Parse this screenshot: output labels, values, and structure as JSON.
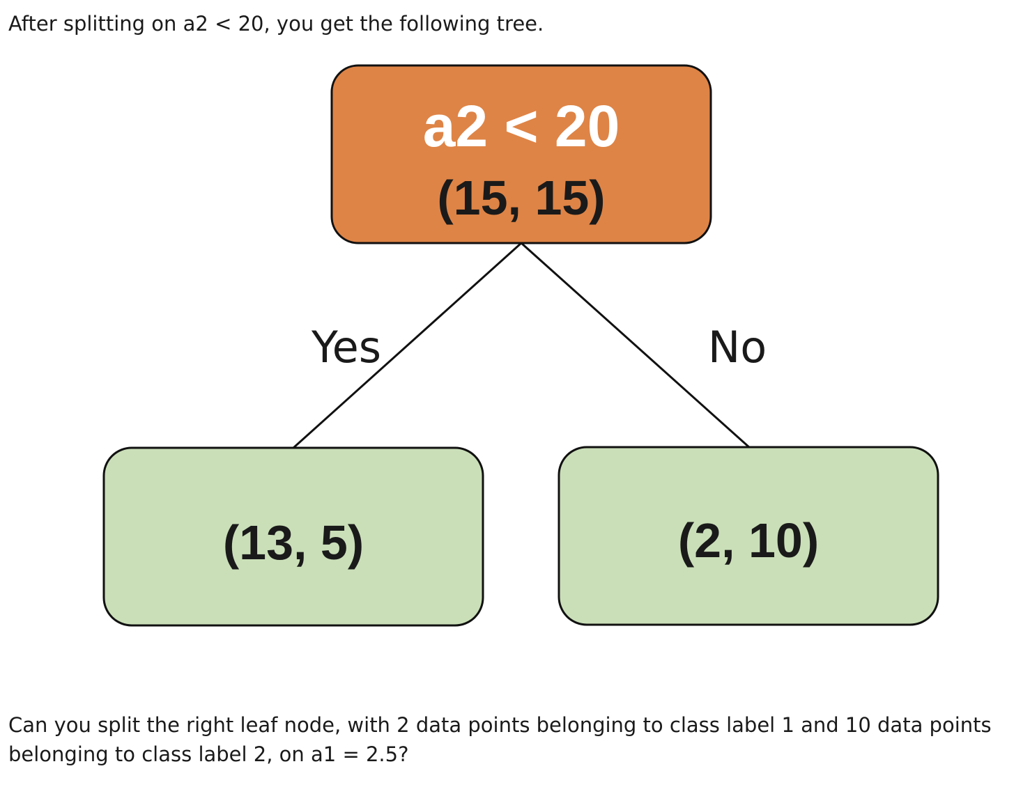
{
  "intro": "After splitting on a2 < 20, you get the following tree.",
  "tree": {
    "root": {
      "condition": "a2 < 20",
      "counts": "(15, 15)"
    },
    "left": {
      "edge_label": "Yes",
      "counts": "(13, 5)"
    },
    "right": {
      "edge_label": "No",
      "counts": "(2, 10)"
    }
  },
  "colors": {
    "root_fill": "#DE8446",
    "leaf_fill": "#CADFB8",
    "root_text": "#FFFFFF",
    "leaf_text": "#1A1A1A",
    "edge": "#111111"
  },
  "question": "Can you split the right leaf node, with 2 data points belonging to class label 1 and 10 data points belonging to class label 2, on a1 = 2.5?"
}
